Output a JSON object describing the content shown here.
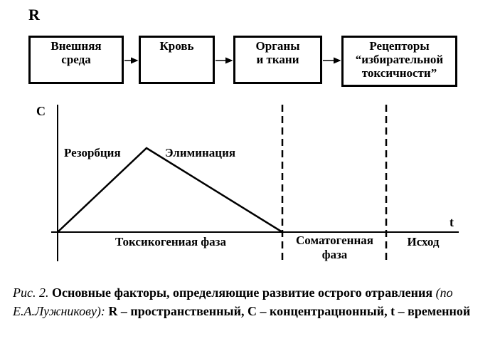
{
  "axis_r_label": "R",
  "flow_boxes": [
    {
      "id": "env",
      "label": "Внешняя\nсреда"
    },
    {
      "id": "blood",
      "label": "Кровь"
    },
    {
      "id": "organs",
      "label": "Органы\nи ткани"
    },
    {
      "id": "receptors",
      "label": "Рецепторы\n“избирательной\nтоксичности”"
    }
  ],
  "graph": {
    "y_label": "С",
    "x_label": "t",
    "segment_labels": {
      "rise": "Резорбция",
      "fall": "Элиминация"
    },
    "phases": [
      "Токсикогениая фаза",
      "Соматогенная\nфаза",
      "Исход"
    ]
  },
  "caption": {
    "prefix": "Рис. 2.",
    "part1": " Основные факторы, определяющие развитие острого отрав­ления ",
    "italic": "(по Е.А.Лужникову):",
    "part2": " R – пространственный, С – концентрацн­онный, t – временной"
  }
}
